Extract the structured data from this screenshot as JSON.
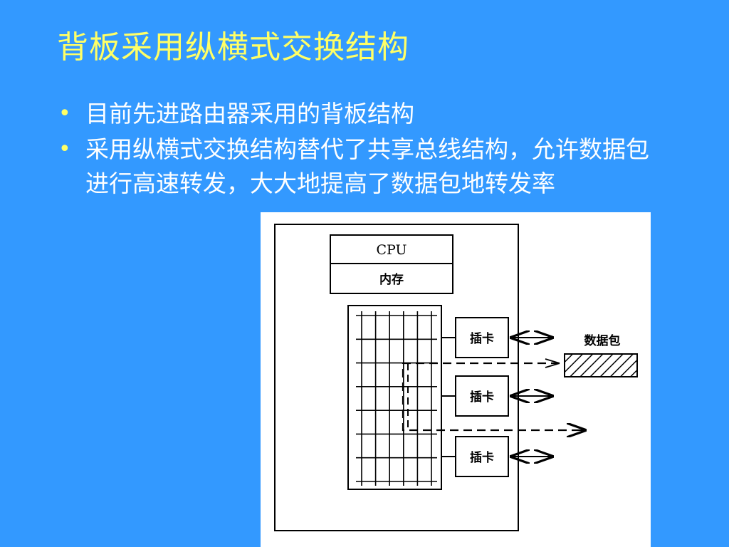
{
  "slide": {
    "title": "背板采用纵横式交换结构",
    "bullets": [
      "目前先进路由器采用的背板结构",
      "采用纵横式交换结构替代了共享总线结构，允许数据包进行高速转发，大大地提高了数据包地转发率"
    ]
  },
  "diagram": {
    "cpu_label": "CPU",
    "memory_label": "内存",
    "card_labels": [
      "插卡",
      "插卡",
      "插卡"
    ],
    "packet_label": "数据包"
  }
}
